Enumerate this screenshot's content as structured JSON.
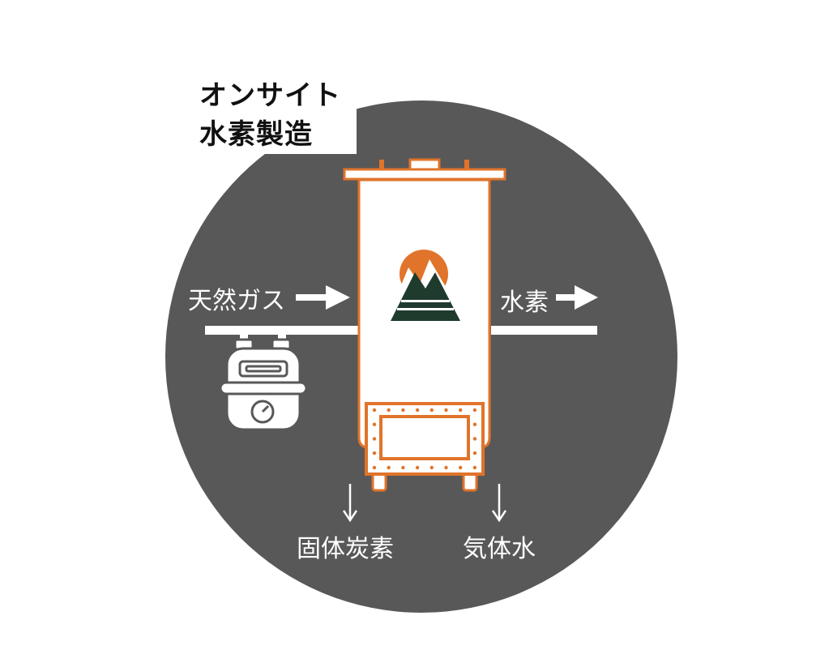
{
  "title": {
    "line1": "オンサイト",
    "line2": "水素製造"
  },
  "labels": {
    "input": "天然ガス",
    "output": "水素",
    "byproduct_carbon": "固体炭素",
    "byproduct_water": "気体水"
  },
  "colors": {
    "background_disc": "#585858",
    "reactor_orange": "#E0742B",
    "reactor_body": "#ffffff",
    "logo_green": "#1E3B2E",
    "text_light": "#ffffff",
    "text_dark": "#111111"
  },
  "icons": [
    "gas-meter-icon",
    "mountain-logo-icon",
    "arrow-right-icon",
    "arrow-down-icon"
  ]
}
